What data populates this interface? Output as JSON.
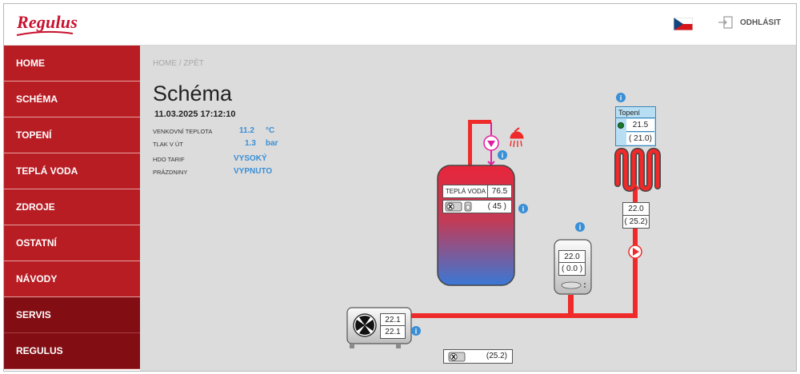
{
  "brand": {
    "logo": "Regulus"
  },
  "nav": {
    "items": [
      {
        "label": "HOME"
      },
      {
        "label": "SCHÉMA"
      },
      {
        "label": "TOPENÍ"
      },
      {
        "label": "TEPLÁ VODA"
      },
      {
        "label": "ZDROJE"
      },
      {
        "label": "OSTATNÍ"
      },
      {
        "label": "NÁVODY"
      },
      {
        "label": "SERVIS"
      },
      {
        "label": "REGULUS"
      }
    ]
  },
  "topbar": {
    "language_icon": "czech-flag-icon",
    "logout_label": "ODHLÁSIT",
    "logout_icon": "logout-icon"
  },
  "breadcrumb": "HOME / ZPĚT",
  "page": {
    "title": "Schéma",
    "datetime": "11.03.2025 17:12:10"
  },
  "status": {
    "outdoor_label": "VENKOVNÍ TEPLOTA",
    "outdoor_value": "11.2",
    "outdoor_unit": "°C",
    "pressure_label": "TLAK V ÚT",
    "pressure_value": "1.3",
    "pressure_unit": "bar",
    "tariff_label": "HDO TARIF",
    "tariff_value": "VYSOKÝ",
    "holiday_label": "PRÁZDNINY",
    "holiday_value": "VYPNUTO"
  },
  "schema": {
    "tank_label": "TEPLÁ VODA",
    "tank_temp": "76.5",
    "tank_set": "( 45 )",
    "heating_label": "Topení",
    "heating_temp": "21.5",
    "heating_set": "( 21.0)",
    "circuit_temp": "22.0",
    "circuit_set": "( 25.2)",
    "room_temp": "22.0",
    "room_set": "( 0.0 )",
    "hp_temp_1": "22.1",
    "hp_temp_2": "22.1",
    "hp_set": "(25.2)"
  },
  "colors": {
    "accent": "#b81d24",
    "accent_dark": "#820e13",
    "value_blue": "#3a8fd6",
    "pipe_red": "#ee2a2a"
  }
}
